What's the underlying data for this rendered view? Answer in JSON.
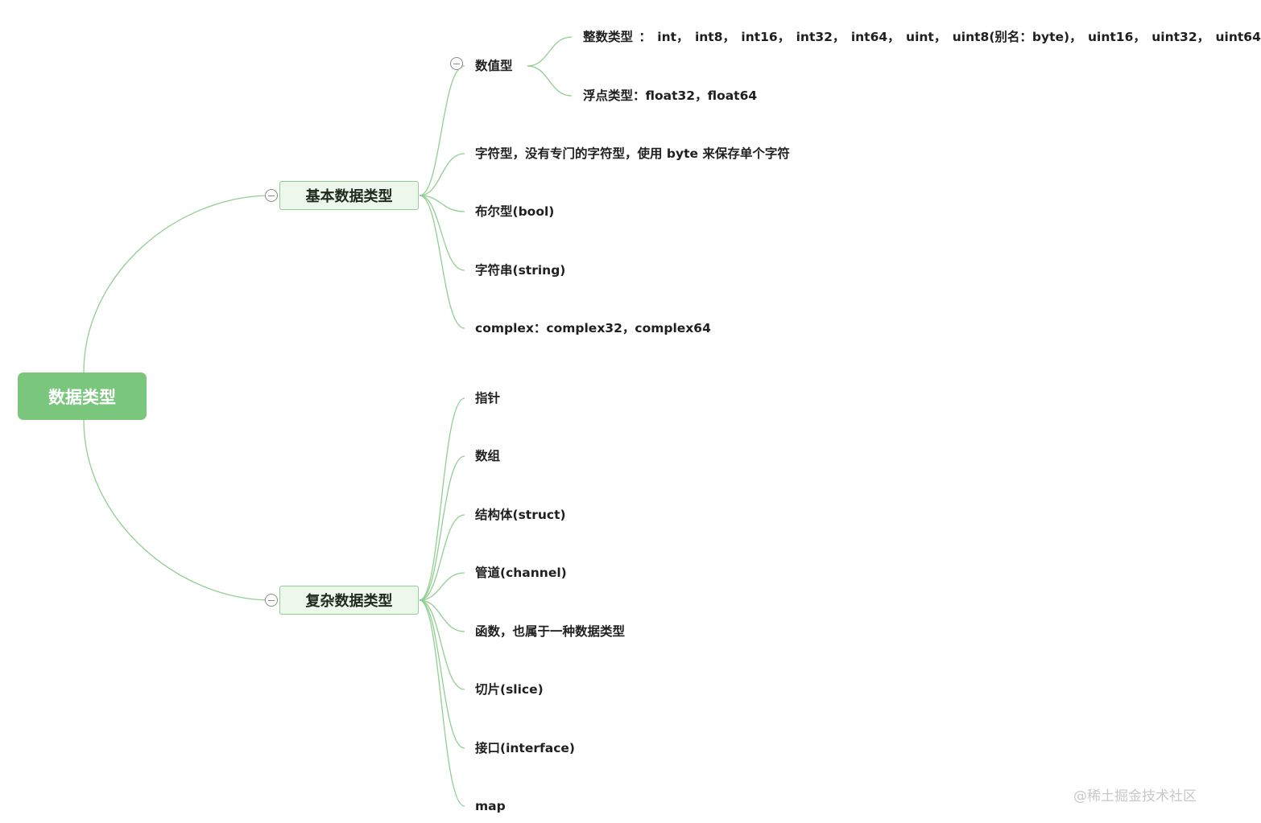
{
  "root": {
    "label": "数据类型"
  },
  "basic": {
    "label": "基本数据类型",
    "numeric": {
      "label": "数值型",
      "integer": "整数类型 ： int， int8， int16， int32， int64， uint， uint8(别名：byte)， uint16， uint32， uint64",
      "float": "浮点类型：float32，float64"
    },
    "items": [
      "字符型，没有专门的字符型，使用 byte 来保存单个字符",
      "布尔型(bool)",
      "字符串(string)",
      "complex：complex32，complex64"
    ]
  },
  "complex": {
    "label": "复杂数据类型",
    "items": [
      "指针",
      "数组",
      "结构体(struct)",
      "管道(channel)",
      "函数，也属于一种数据类型",
      "切片(slice)",
      "接口(interface)",
      "map"
    ]
  },
  "watermark": "@稀土掘金技术社区",
  "colors": {
    "root_fill": "#7ac67c",
    "branch_fill": "#eef7ec",
    "line": "#8fcf8f"
  }
}
